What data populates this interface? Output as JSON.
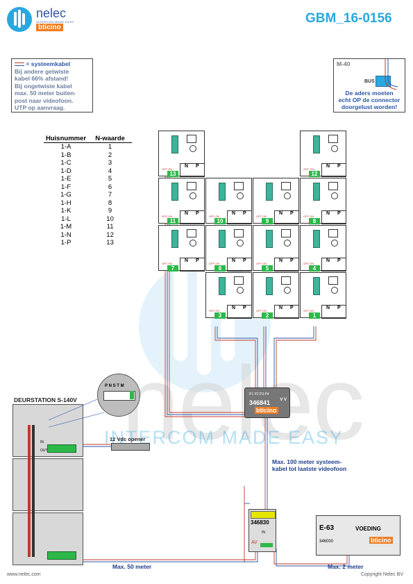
{
  "header": {
    "brand": "nelec",
    "brand_sub": "INTERCOM MADE EASY",
    "partner": "bticino",
    "code": "GBM_16-0156"
  },
  "note_left": {
    "legend_text": "= systeemkabel",
    "lines": [
      "Bij andere getwiste",
      "kabel 66% afstand!",
      "Bij ongetwiste kabel",
      "max. 50 meter buiten-",
      "post naar videofoon.",
      "UTP op aanvraag."
    ]
  },
  "note_right": {
    "title": "M-40",
    "bus_label": "BUS",
    "lines": [
      "De aders moeten",
      "echt OP de connector",
      "doorgelust worden!"
    ]
  },
  "table": {
    "headers": [
      "Huisnummer",
      "N-waarde"
    ],
    "rows": [
      [
        "1-A",
        "1"
      ],
      [
        "1-B",
        "2"
      ],
      [
        "1-C",
        "3"
      ],
      [
        "1-D",
        "4"
      ],
      [
        "1-E",
        "5"
      ],
      [
        "1-F",
        "6"
      ],
      [
        "1-G",
        "7"
      ],
      [
        "1-H",
        "8"
      ],
      [
        "1-K",
        "9"
      ],
      [
        "1-L",
        "10"
      ],
      [
        "1-M",
        "11"
      ],
      [
        "1-N",
        "12"
      ],
      [
        "1-P",
        "13"
      ]
    ]
  },
  "phones": {
    "n_label": "N",
    "p_label": "P",
    "switch_label": "OFF ON",
    "units": [
      {
        "n": "13"
      },
      {
        "n": "12"
      },
      {
        "n": "11"
      },
      {
        "n": "10"
      },
      {
        "n": "9"
      },
      {
        "n": "8"
      },
      {
        "n": "7"
      },
      {
        "n": "6"
      },
      {
        "n": "5"
      },
      {
        "n": "4"
      },
      {
        "n": "3"
      },
      {
        "n": "2"
      },
      {
        "n": "1"
      }
    ]
  },
  "distributor": {
    "model": "346841",
    "brand": "bticino",
    "ports": "P1 P2 P3 P4",
    "vv": "V V"
  },
  "door_station": {
    "title": "DEURSTATION S-140V",
    "dip_labels": [
      "P",
      "N",
      "S",
      "T",
      "M"
    ],
    "in_label": "IN",
    "out_label": "OUT"
  },
  "opener": {
    "label": "12 Vdc opener"
  },
  "interface": {
    "model": "346830",
    "av": "AV",
    "in": "IN"
  },
  "power": {
    "model": "E-63",
    "label": "VOEDING",
    "code": "346000",
    "brand": "bticino"
  },
  "cables": {
    "max100": [
      "Max. 100 meter systeem-",
      "kabel tot laatste videofoon"
    ],
    "max50": "Max. 50 meter",
    "max2": "Max. 2 meter"
  },
  "footer": {
    "website": "www.nelec.com",
    "copyright": "Copyright Nelec BV"
  },
  "watermark": {
    "brand": "nelec",
    "tagline": "INTERCOM MADE EASY"
  },
  "colors": {
    "accent": "#29a8e0",
    "cable_blue": "#2b56a8",
    "cable_red": "#c0392b",
    "green": "#2db84a",
    "terminal": "#3bb59b"
  }
}
